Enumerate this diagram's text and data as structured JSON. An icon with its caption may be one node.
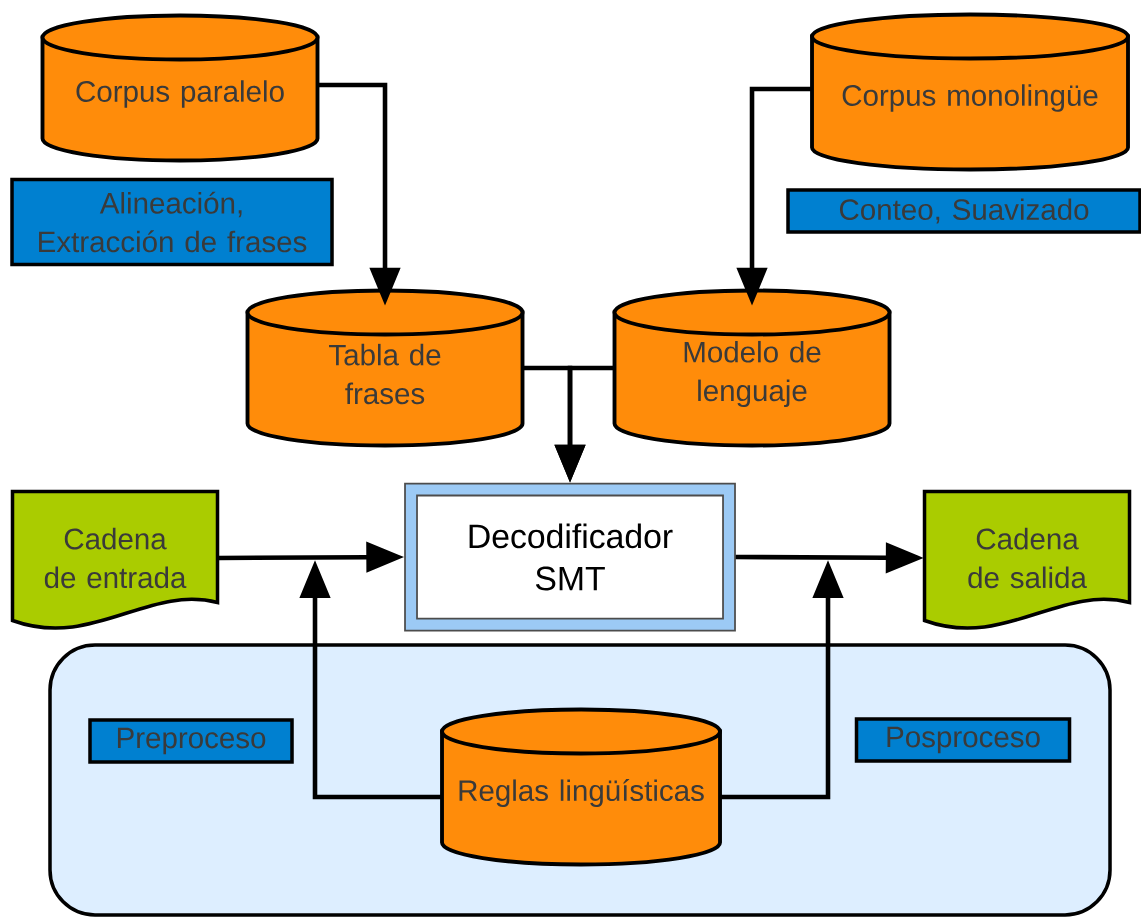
{
  "diagram": {
    "nodes": [
      {
        "text": [
          "Corpus paralelo"
        ]
      },
      {
        "text": [
          "Corpus monolingüe"
        ]
      },
      {
        "text": [
          "Alineación, Extracción de frases"
        ]
      },
      {
        "text": [
          "Conteo, Suavizado"
        ]
      },
      {
        "text": [
          "Tabla de frases"
        ]
      },
      {
        "text": [
          "Modelo de lenguaje"
        ]
      },
      {
        "text": [
          "Decodificador SMT"
        ]
      },
      {
        "text": [
          "Cadena de entrada"
        ]
      },
      {
        "text": [
          "Cadena de salida"
        ]
      },
      {
        "text": [],
        "shape": "box"
      },
      {
        "text": [
          "Preproceso"
        ],
        "in": 9
      },
      {
        "text": [
          "Posproceso"
        ],
        "in": 9
      },
      {
        "text": [
          "Reglas lingüísticas"
        ],
        "in": 9
      }
    ],
    "edges": [
      {
        "from": 0,
        "to": 4,
        "arrow": "to"
      },
      {
        "from": 1,
        "to": 5,
        "arrow": "to"
      },
      {
        "from": 4,
        "to": 6,
        "arrow": "to"
      },
      {
        "from": 5,
        "to": 6,
        "arrow": "to"
      },
      {
        "from": 7,
        "to": 6,
        "arrow": "to"
      },
      {
        "from": 6,
        "to": 8,
        "arrow": "to"
      },
      {
        "from": 12,
        "to": null,
        "arrow": "to"
      },
      {
        "from": 12,
        "to": null,
        "arrow": "to"
      }
    ]
  }
}
